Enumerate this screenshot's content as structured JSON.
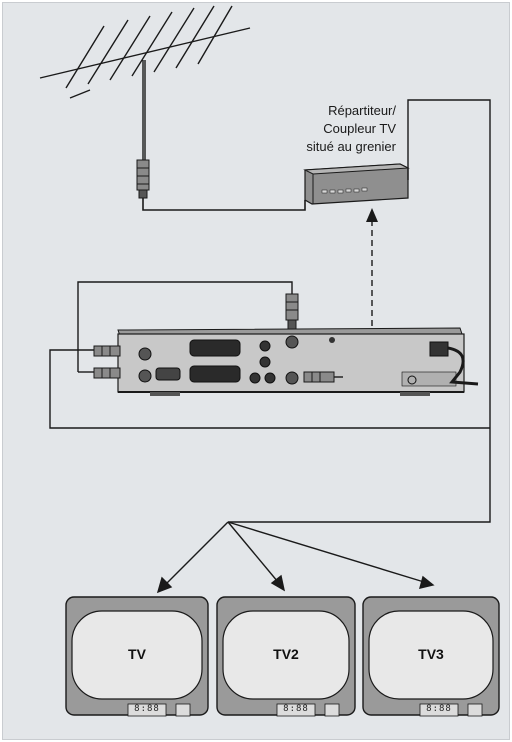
{
  "splitter": {
    "label_line1": "Répartiteur/",
    "label_line2": "Coupleur TV",
    "label_line3": "situé au grenier"
  },
  "tvs": [
    {
      "label": "TV",
      "display": "8:88"
    },
    {
      "label": "TV2",
      "display": "8:88"
    },
    {
      "label": "TV3",
      "display": "8:88"
    }
  ],
  "colors": {
    "background": "#e3e6e9",
    "device": "#c8c8c8",
    "tv_body": "#9a9a9a",
    "screen": "#e8e8e8",
    "line": "#1a1a1a"
  }
}
